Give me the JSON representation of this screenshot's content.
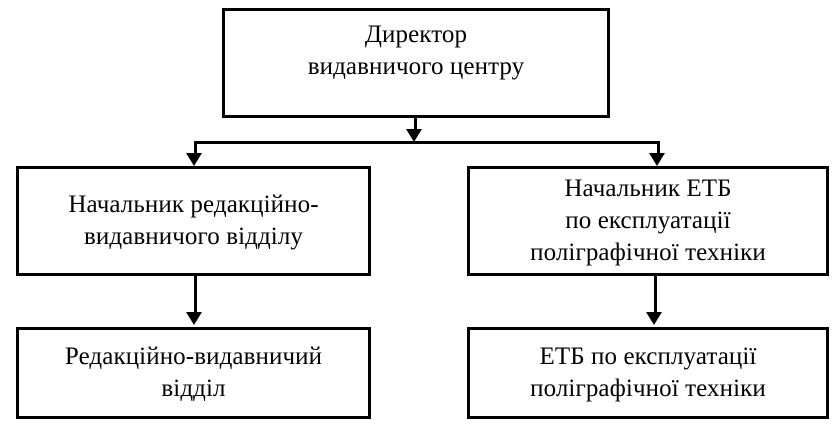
{
  "diagram": {
    "type": "organizational-hierarchy",
    "language": "uk",
    "background_color": "#ffffff",
    "line_color": "#000000",
    "text_color": "#000000",
    "nodes": [
      {
        "id": "director",
        "level": 1,
        "lines": [
          "Директор",
          "видавничого центру"
        ],
        "full_text": "Директор видавничого центру"
      },
      {
        "id": "head-editorial",
        "level": 2,
        "lines": [
          "Начальник редакційно-",
          "видавничого відділу"
        ],
        "full_text": "Начальник редакційно-видавничого відділу"
      },
      {
        "id": "head-etb",
        "level": 2,
        "lines": [
          "Начальник ЕТБ",
          "по експлуатації",
          "поліграфічної техніки"
        ],
        "full_text": "Начальник ЕТБ по експлуатації поліграфічної техніки"
      },
      {
        "id": "dept-editorial",
        "level": 3,
        "lines": [
          "Редакційно-видавничий",
          "відділ"
        ],
        "full_text": "Редакційно-видавничий відділ"
      },
      {
        "id": "dept-etb",
        "level": 3,
        "lines": [
          "ЕТБ по експлуатації",
          "поліграфічної техніки"
        ],
        "full_text": "ЕТБ по експлуатації поліграфічної техніки"
      }
    ],
    "edges": [
      {
        "from": "director",
        "to": "head-editorial",
        "style": "orthogonal-arrow"
      },
      {
        "from": "director",
        "to": "head-etb",
        "style": "orthogonal-arrow"
      },
      {
        "from": "head-editorial",
        "to": "dept-editorial",
        "style": "straight-arrow"
      },
      {
        "from": "head-etb",
        "to": "dept-etb",
        "style": "straight-arrow"
      }
    ]
  }
}
